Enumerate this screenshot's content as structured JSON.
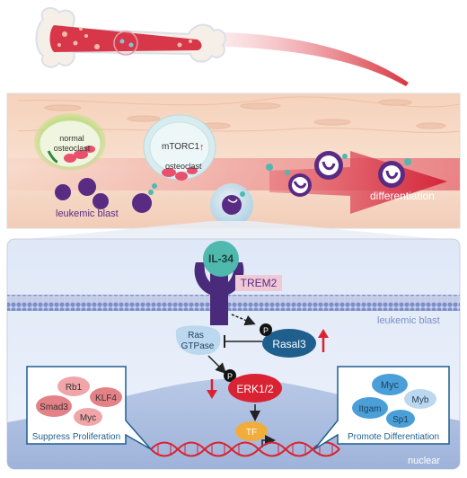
{
  "top_panel": {
    "normal_osteoclast_line1": "normal",
    "normal_osteoclast_line2": "osteoclast",
    "mtorc1_label": "mTORC1",
    "mtorc1_arrow": "↑",
    "osteoclast_label": "osteoclast",
    "leukemic_blast_label": "leukemic blast",
    "differentiation_label": "differentiation"
  },
  "bottom_panel": {
    "il34_label": "IL-34",
    "trem2_label": "TREM2",
    "membrane_label": "leukemic blast",
    "phospho_symbol": "P",
    "ras_line1": "Ras",
    "ras_line2": "GTPase",
    "rasal3_label": "Rasal3",
    "erk_label": "ERK1/2",
    "tf_label": "TF",
    "nuclear_label": "nuclear",
    "suppress_box": {
      "title": "Suppress Proliferation",
      "items": [
        "Rb1",
        "KLF4",
        "Smad3",
        "Myc"
      ]
    },
    "promote_box": {
      "title": "Promote Differentiation",
      "items": [
        "Myc",
        "Myb",
        "Itgam",
        "Sp1"
      ]
    }
  },
  "colors": {
    "red": "#d92332",
    "purple": "#5a2b83",
    "teal": "#4fb9ae",
    "dark_blue": "#1e5f8e",
    "light_blue": "#bcd8ef",
    "membrane": "#7b8cc4",
    "pink_blob": "#e8506c"
  }
}
